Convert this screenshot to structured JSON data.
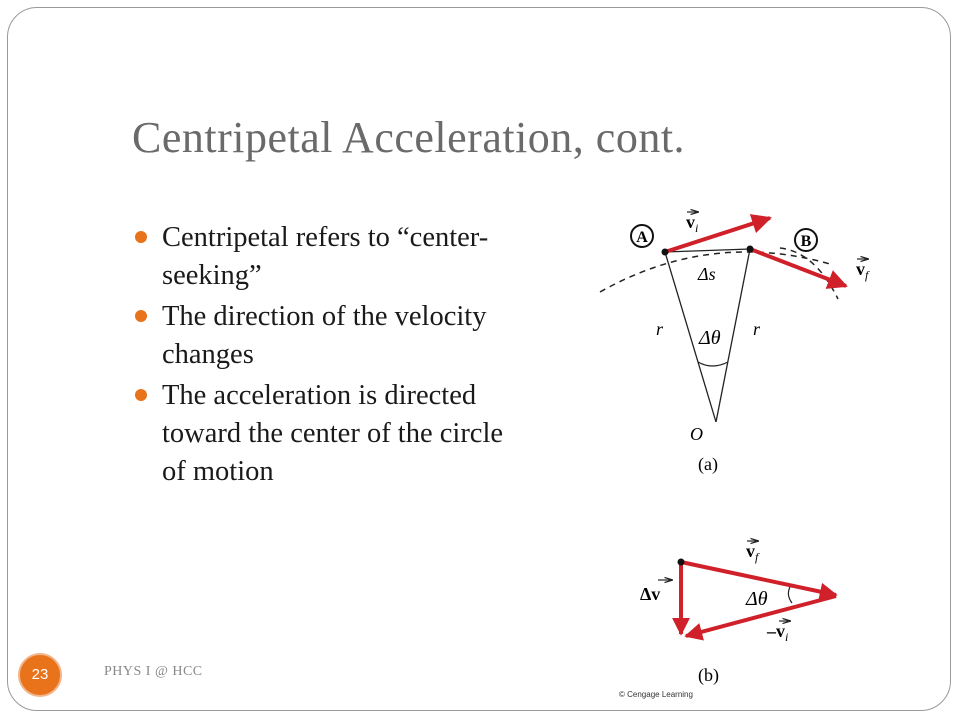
{
  "slide": {
    "title": "Centripetal Acceleration, cont.",
    "bullets": [
      "Centripetal refers to “center-seeking”",
      "The direction of  the velocity changes",
      "The acceleration is directed toward the center of  the circle of motion"
    ],
    "page_number": "23",
    "footer": "PHYS I @ HCC",
    "accent_color": "#e8731a",
    "arrow_color": "#d0202a"
  },
  "figure_a": {
    "point_a": "A",
    "point_b": "B",
    "vi": "v",
    "vi_sub": "i",
    "vf": "v",
    "vf_sub": "f",
    "delta_s": "Δs",
    "r_left": "r",
    "r_right": "r",
    "delta_theta": "Δθ",
    "origin": "O",
    "caption": "(a)"
  },
  "figure_b": {
    "vf": "v",
    "vf_sub": "f",
    "delta_v": "Δv",
    "delta_theta": "Δθ",
    "neg_vi": "–v",
    "neg_vi_sub": "i",
    "caption": "(b)"
  },
  "credit": "© Cengage Learning"
}
